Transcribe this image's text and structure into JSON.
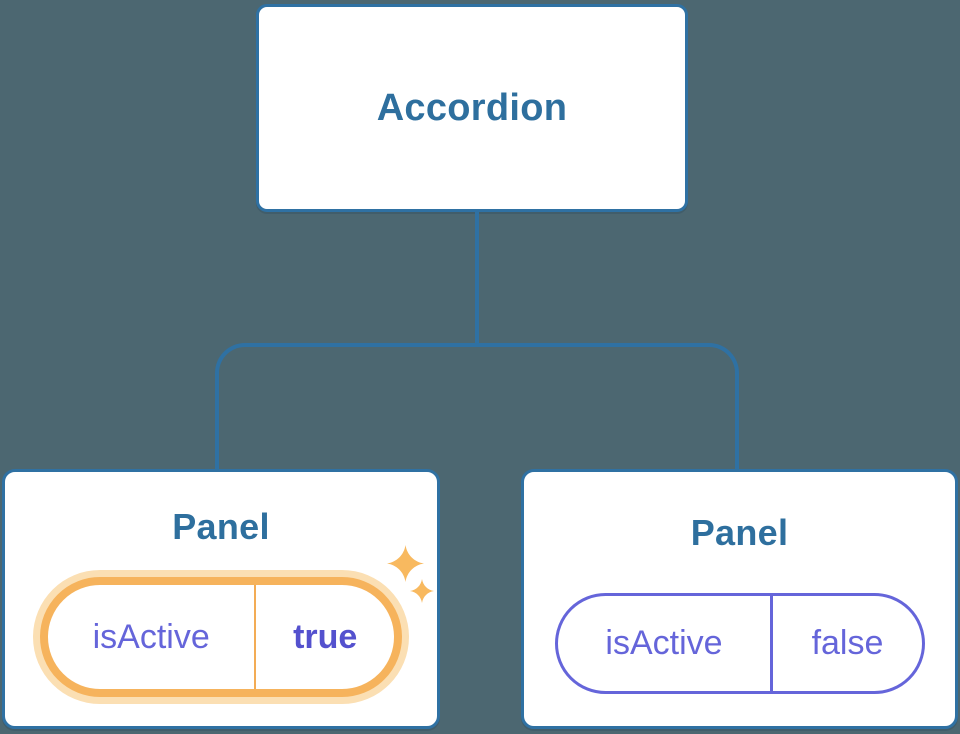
{
  "palette": {
    "bg": "#4C6771",
    "card_bg": "#FFFFFF",
    "line_blue": "#2F71A3",
    "text_blue": "#2E6F9E",
    "purple": "#6565DA",
    "purple_bold": "#5451CE",
    "orange": "#F6B35C",
    "orange_glow": "#FBDFB3",
    "orange_divider": "#F3AC55",
    "sparkle": "#F8B95F"
  },
  "diagram": {
    "root": {
      "label": "Accordion"
    },
    "children": [
      {
        "label": "Panel",
        "state": {
          "key": "isActive",
          "value": "true",
          "highlighted": true
        }
      },
      {
        "label": "Panel",
        "state": {
          "key": "isActive",
          "value": "false",
          "highlighted": false
        }
      }
    ],
    "decorations": {
      "sparkle_icons": [
        "sparkle-large-icon",
        "sparkle-small-icon"
      ],
      "sparkle_color": "#F8B95F"
    }
  }
}
